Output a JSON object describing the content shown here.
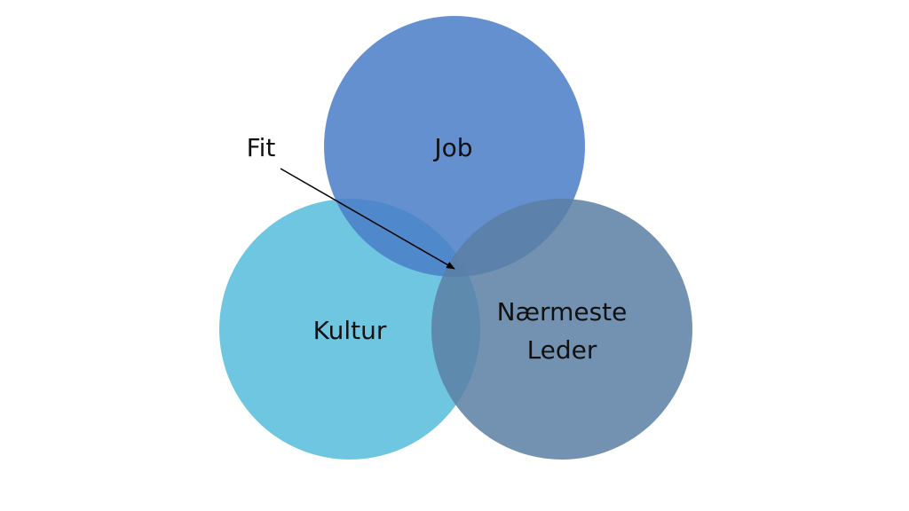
{
  "diagram": {
    "circles": [
      {
        "id": "job",
        "label_lines": [
          "Job"
        ],
        "color": "#4a7cc7",
        "opacity": 0.85
      },
      {
        "id": "kultur",
        "label_lines": [
          "Kultur"
        ],
        "color": "#56bcdc",
        "opacity": 0.85
      },
      {
        "id": "leder",
        "label_lines": [
          "Nærmeste",
          "Leder"
        ],
        "color": "#5a7fa3",
        "opacity": 0.85
      }
    ],
    "annotation": {
      "label": "Fit",
      "arrow_color": "#000000"
    }
  }
}
